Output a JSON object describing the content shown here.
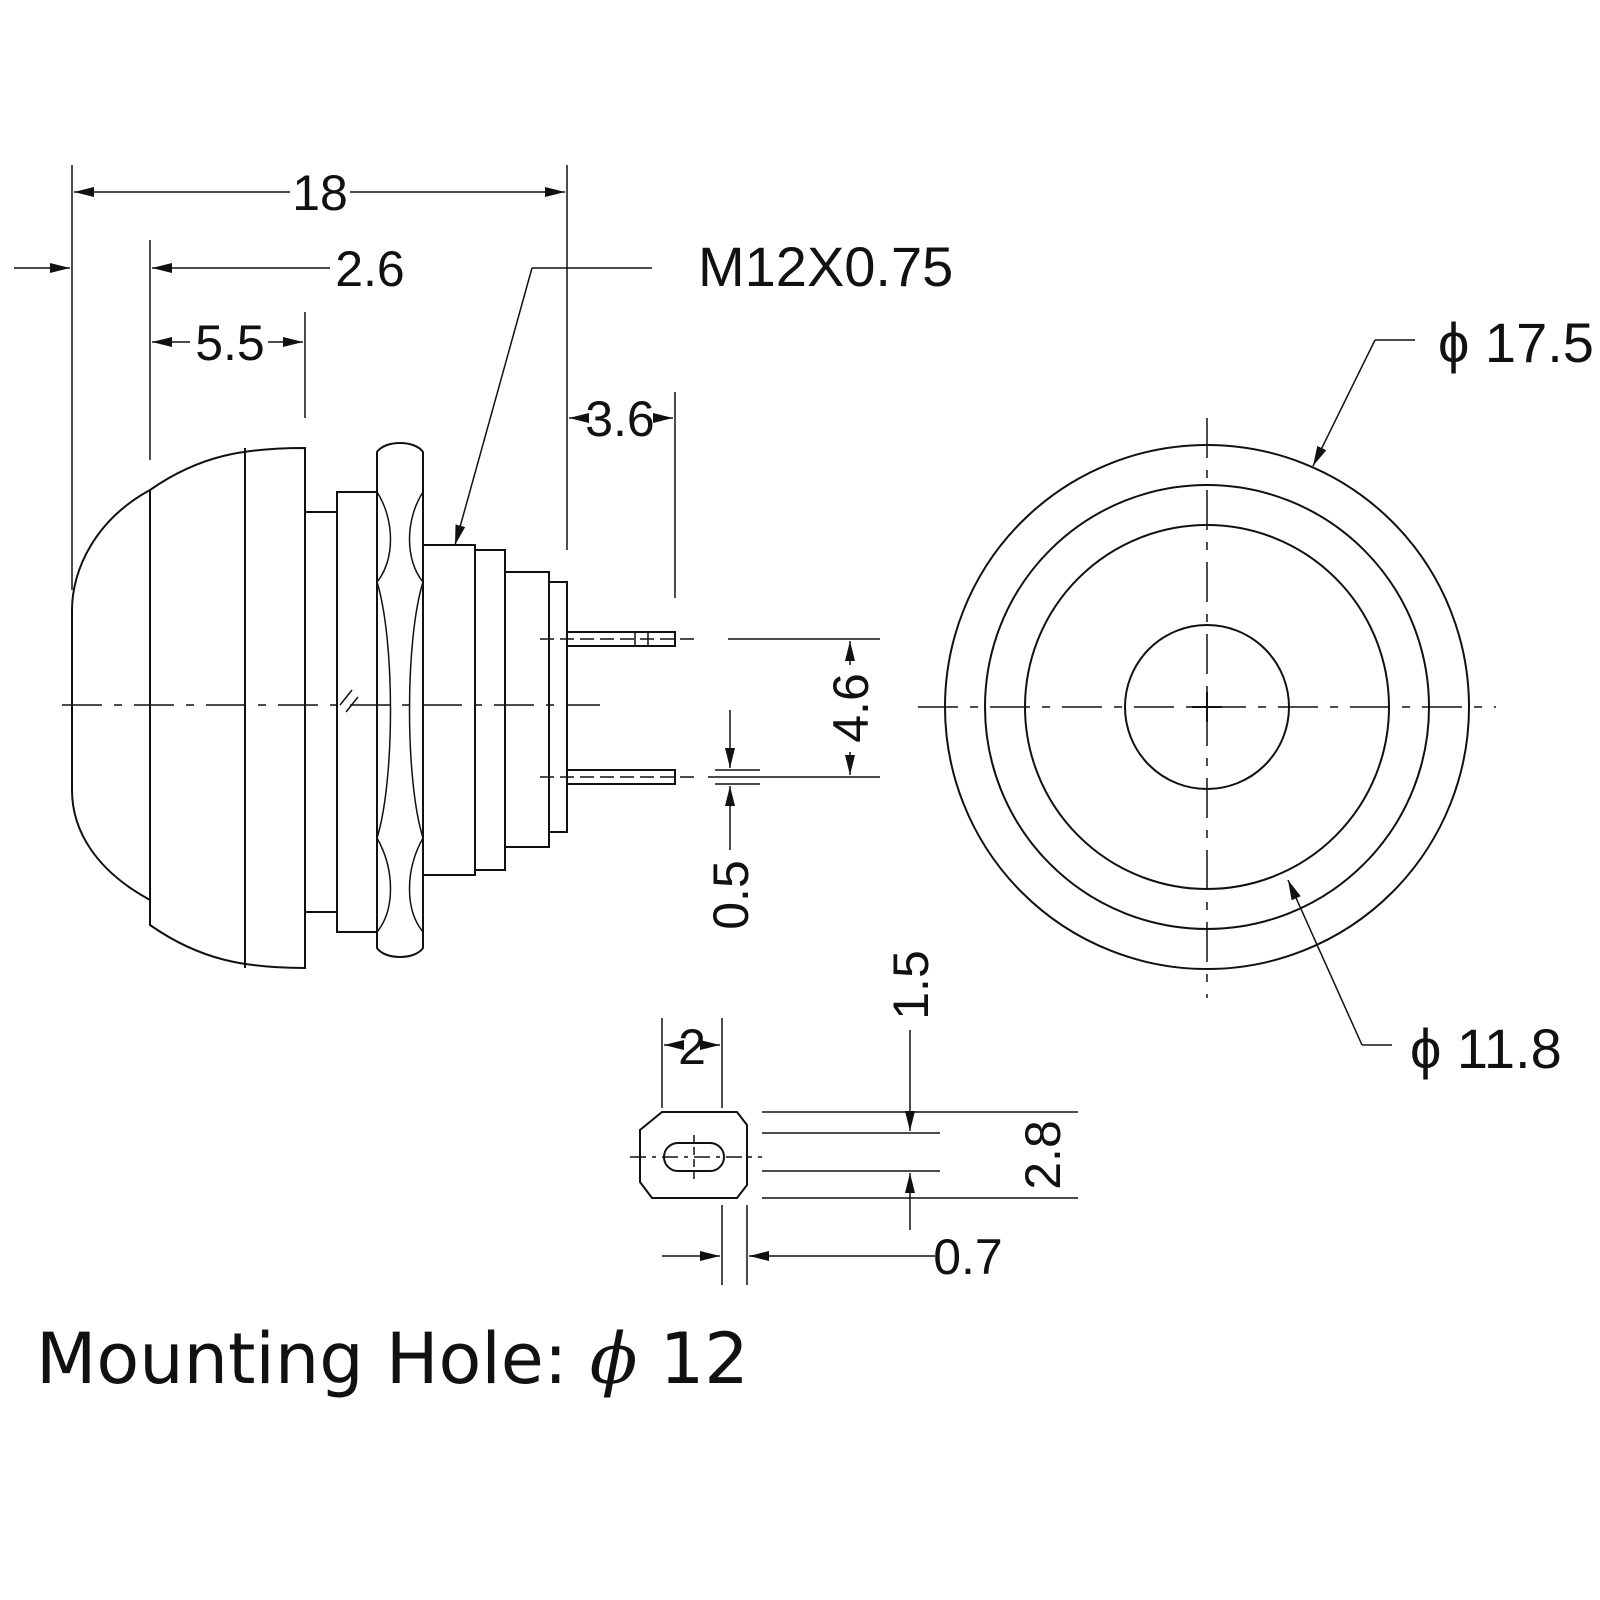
{
  "labels": {
    "overall_length": "18",
    "cap_offset": "2.6",
    "cap_length": "5.5",
    "thread_spec": "M12X0.75",
    "terminal_length": "3.6",
    "pin_spacing": "4.6",
    "pin_thickness": "0.5",
    "outer_diameter": "ϕ 17.5",
    "inner_diameter": "ϕ 11.8",
    "lug_width": "2",
    "lug_slot_height": "1.5",
    "lug_height": "2.8",
    "lug_slot_offset": "0.7"
  },
  "caption": {
    "text": "Mounting Hole:",
    "phi": "ϕ",
    "value": "12"
  }
}
